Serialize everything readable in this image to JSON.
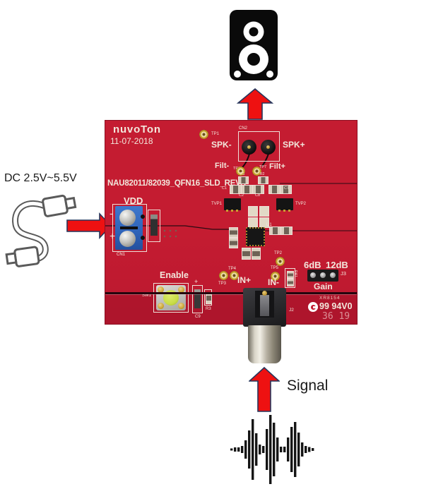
{
  "colors": {
    "board_red": "#C41C31",
    "silkscreen": "#F2E7DC",
    "arrow_red": "#EE1111",
    "arrow_outline": "#26355B",
    "gold": "#C9A22B",
    "terminal_blue": "#2E63B8",
    "button_green": "#C8DC46"
  },
  "annotations": {
    "dc_label": "DC 2.5V~5.5V",
    "signal_label": "Signal"
  },
  "board": {
    "logo": "nuvoTon",
    "date": "11-07-2018",
    "title": "NAU82011/82039_QFN16_SLD_REVA",
    "connectors": {
      "cn1": "CN1",
      "cn2": "CN2",
      "j2": "J2",
      "j3": "J3"
    },
    "labels": {
      "spk_minus": "SPK-",
      "spk_plus": "SPK+",
      "filt_minus": "Filt-",
      "filt_plus": "Filt+",
      "vdd": "VDD",
      "minus": "-",
      "plus": "+",
      "enable": "Enable",
      "gain": "Gain",
      "gain_6db": "6dB",
      "gain_12db": "12dB",
      "in_plus": "IN+",
      "in_minus": "IN-"
    },
    "components": {
      "u1": "U1",
      "sw1": "SW1",
      "ra1": "RA1",
      "r1": "R1",
      "r2": "R2",
      "r3": "R3",
      "c1": "C1",
      "c2": "C2",
      "c7": "C7",
      "c8": "C8",
      "c9": "C9",
      "c9_plus": "+",
      "tvp1": "TVP1",
      "tvp2": "TVP2"
    },
    "test_points": {
      "tp1": "TP1",
      "tp2": "TP2",
      "tp3": "TP3",
      "tp4": "TP4",
      "tp5": "TP5",
      "tp6": "TP6",
      "tp7": "TP7"
    },
    "markings": {
      "mfr_code": "XR8154",
      "ul_code": "99 94V0",
      "date_code": "36 19"
    }
  },
  "signal_waveform": {
    "bars": [
      3,
      6,
      6,
      10,
      26,
      54,
      86,
      46,
      14,
      10,
      58,
      98,
      76,
      34,
      8,
      8,
      34,
      64,
      78,
      48,
      20,
      10,
      7,
      4
    ]
  }
}
